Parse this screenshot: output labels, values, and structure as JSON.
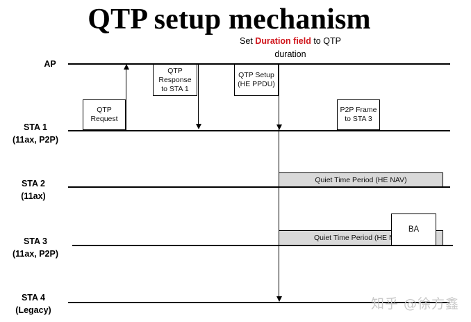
{
  "title": "QTP setup mechanism",
  "caption": {
    "prefix": "Set ",
    "highlight": "Duration field",
    "suffix": " to QTP",
    "line2": "duration",
    "highlight_color": "#d0141a"
  },
  "lanes": {
    "ap": {
      "line1": "AP"
    },
    "sta1": {
      "line1": "STA 1",
      "line2": "(11ax, P2P)"
    },
    "sta2": {
      "line1": "STA 2",
      "line2": "(11ax)"
    },
    "sta3": {
      "line1": "STA 3",
      "line2": "(11ax, P2P)"
    },
    "sta4": {
      "line1": "STA 4",
      "line2": "(Legacy)"
    }
  },
  "frames": {
    "qtp_request": {
      "line1": "QTP",
      "line2": "Request"
    },
    "qtp_response": {
      "line1": "QTP",
      "line2": "Response",
      "line3": "to STA 1"
    },
    "qtp_setup": {
      "line1": "QTP Setup",
      "line2": "(HE PPDU)"
    },
    "p2p_frame": {
      "line1": "P2P Frame",
      "line2": "to STA 3"
    },
    "ba": {
      "label": "BA"
    }
  },
  "quiet_periods": {
    "sta2": "Quiet Time Period (HE NAV)",
    "sta3": "Quiet Time Period (HE NAV)"
  },
  "colors": {
    "quiet_fill": "#d9d9d9",
    "line": "#000000"
  },
  "watermark": "知乎 @徐方鑫"
}
